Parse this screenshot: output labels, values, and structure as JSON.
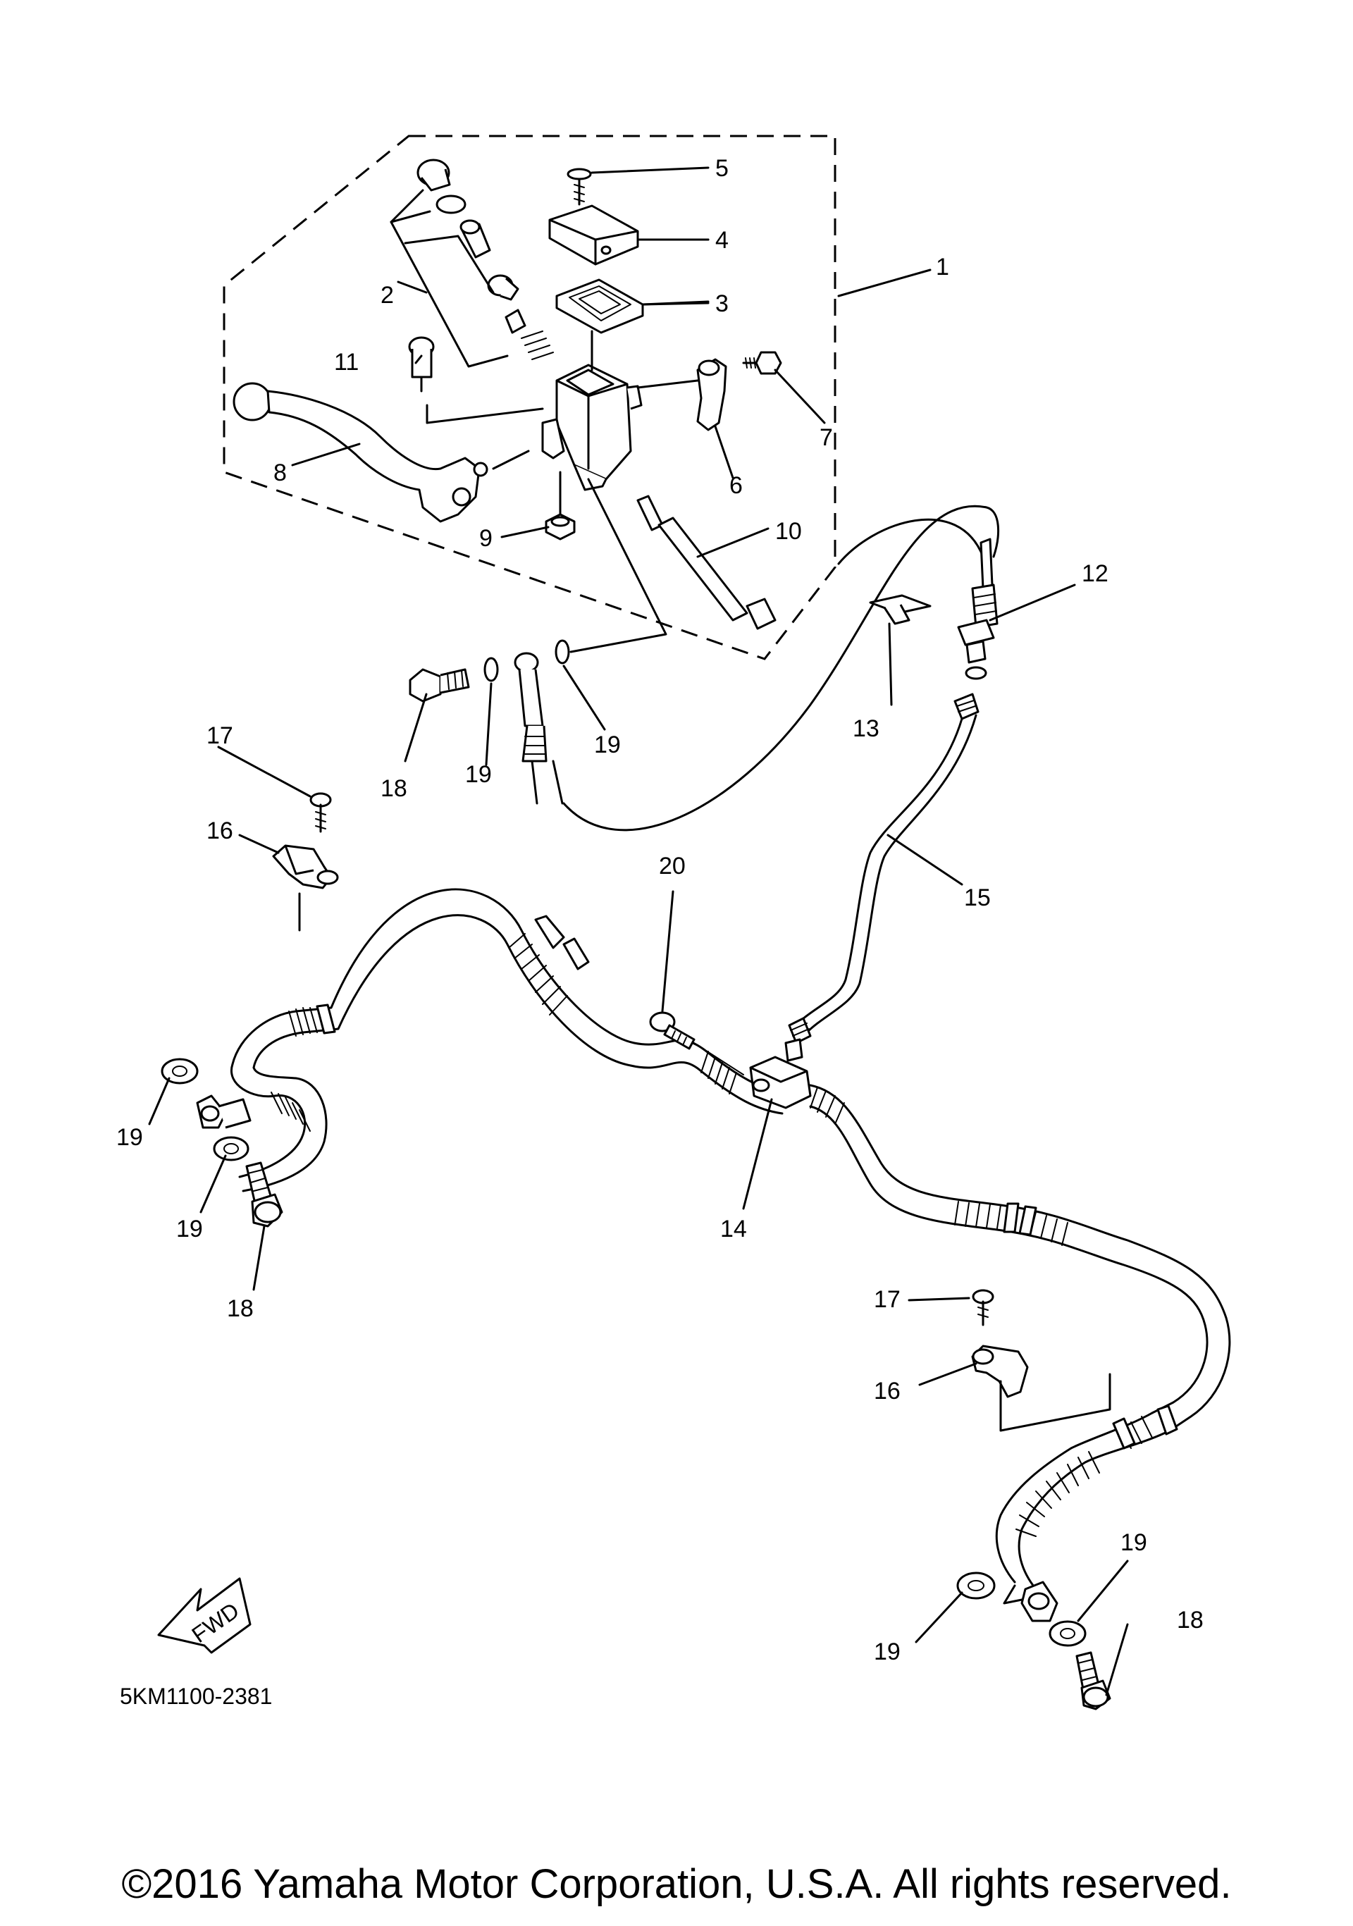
{
  "diagram": {
    "drawing_code": "5KM1100-2381",
    "fwd_label": "FWD",
    "callouts": [
      {
        "id": "c1",
        "text": "1"
      },
      {
        "id": "c2",
        "text": "2"
      },
      {
        "id": "c3",
        "text": "3"
      },
      {
        "id": "c4",
        "text": "4"
      },
      {
        "id": "c5",
        "text": "5"
      },
      {
        "id": "c6",
        "text": "6"
      },
      {
        "id": "c7",
        "text": "7"
      },
      {
        "id": "c8",
        "text": "8"
      },
      {
        "id": "c9",
        "text": "9"
      },
      {
        "id": "c10",
        "text": "10"
      },
      {
        "id": "c11",
        "text": "11"
      },
      {
        "id": "c12",
        "text": "12"
      },
      {
        "id": "c13",
        "text": "13"
      },
      {
        "id": "c14",
        "text": "14"
      },
      {
        "id": "c15",
        "text": "15"
      },
      {
        "id": "c16a",
        "text": "16"
      },
      {
        "id": "c16b",
        "text": "16"
      },
      {
        "id": "c17a",
        "text": "17"
      },
      {
        "id": "c17b",
        "text": "17"
      },
      {
        "id": "c18a",
        "text": "18"
      },
      {
        "id": "c18b",
        "text": "18"
      },
      {
        "id": "c18c",
        "text": "18"
      },
      {
        "id": "c19a",
        "text": "19"
      },
      {
        "id": "c19b",
        "text": "19"
      },
      {
        "id": "c19c",
        "text": "19"
      },
      {
        "id": "c19d",
        "text": "19"
      },
      {
        "id": "c19e",
        "text": "19"
      },
      {
        "id": "c19f",
        "text": "19"
      },
      {
        "id": "c20",
        "text": "20"
      }
    ]
  },
  "footer": {
    "copyright": "©2016 Yamaha Motor Corporation, U.S.A. All rights reserved."
  }
}
